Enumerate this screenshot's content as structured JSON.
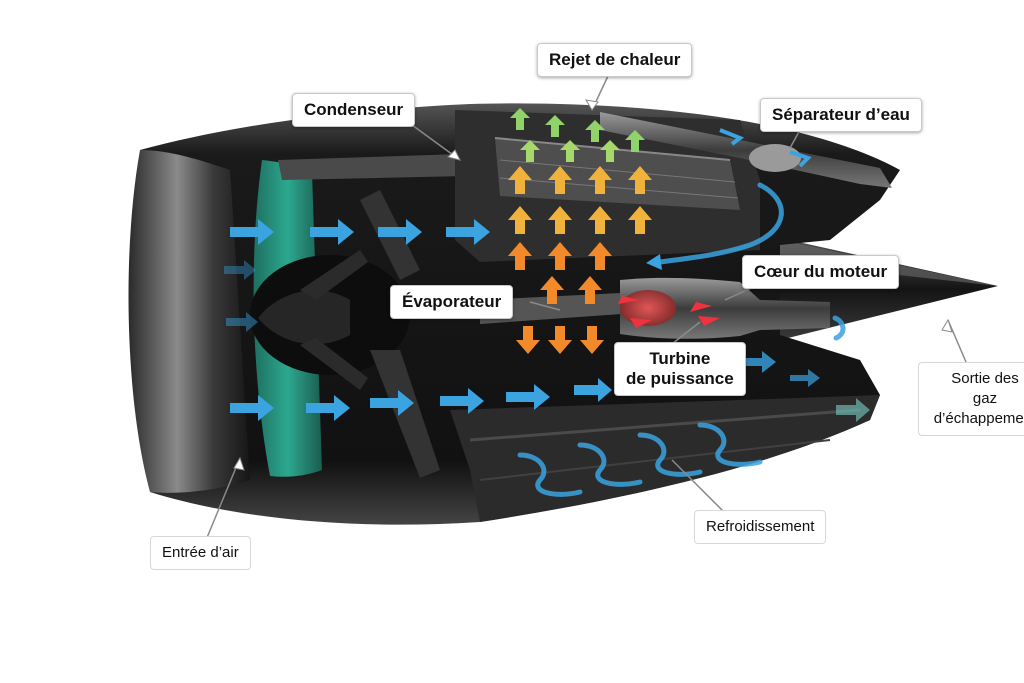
{
  "labels": {
    "rejet": "Rejet de chaleur",
    "condenseur": "Condenseur",
    "separateur": "Séparateur d’eau",
    "coeur": "Cœur du moteur",
    "evaporateur": "Évaporateur",
    "turbine_1": "Turbine",
    "turbine_2": "de puissance",
    "sortie_1": "Sortie des",
    "sortie_2": "gaz",
    "sortie_3": "d’échappement",
    "refroidissement": "Refroidissement",
    "entree": "Entrée d’air"
  },
  "colors": {
    "airflow": "#3aa3e0",
    "hot_arrows": "#f28a2a",
    "warm_arrows": "#f0b23a",
    "cool_arrows": "#8fd36a",
    "core_hot": "#f0323f",
    "fan_ring": "#2aa38a",
    "nacelle": "#1c1c1c"
  }
}
